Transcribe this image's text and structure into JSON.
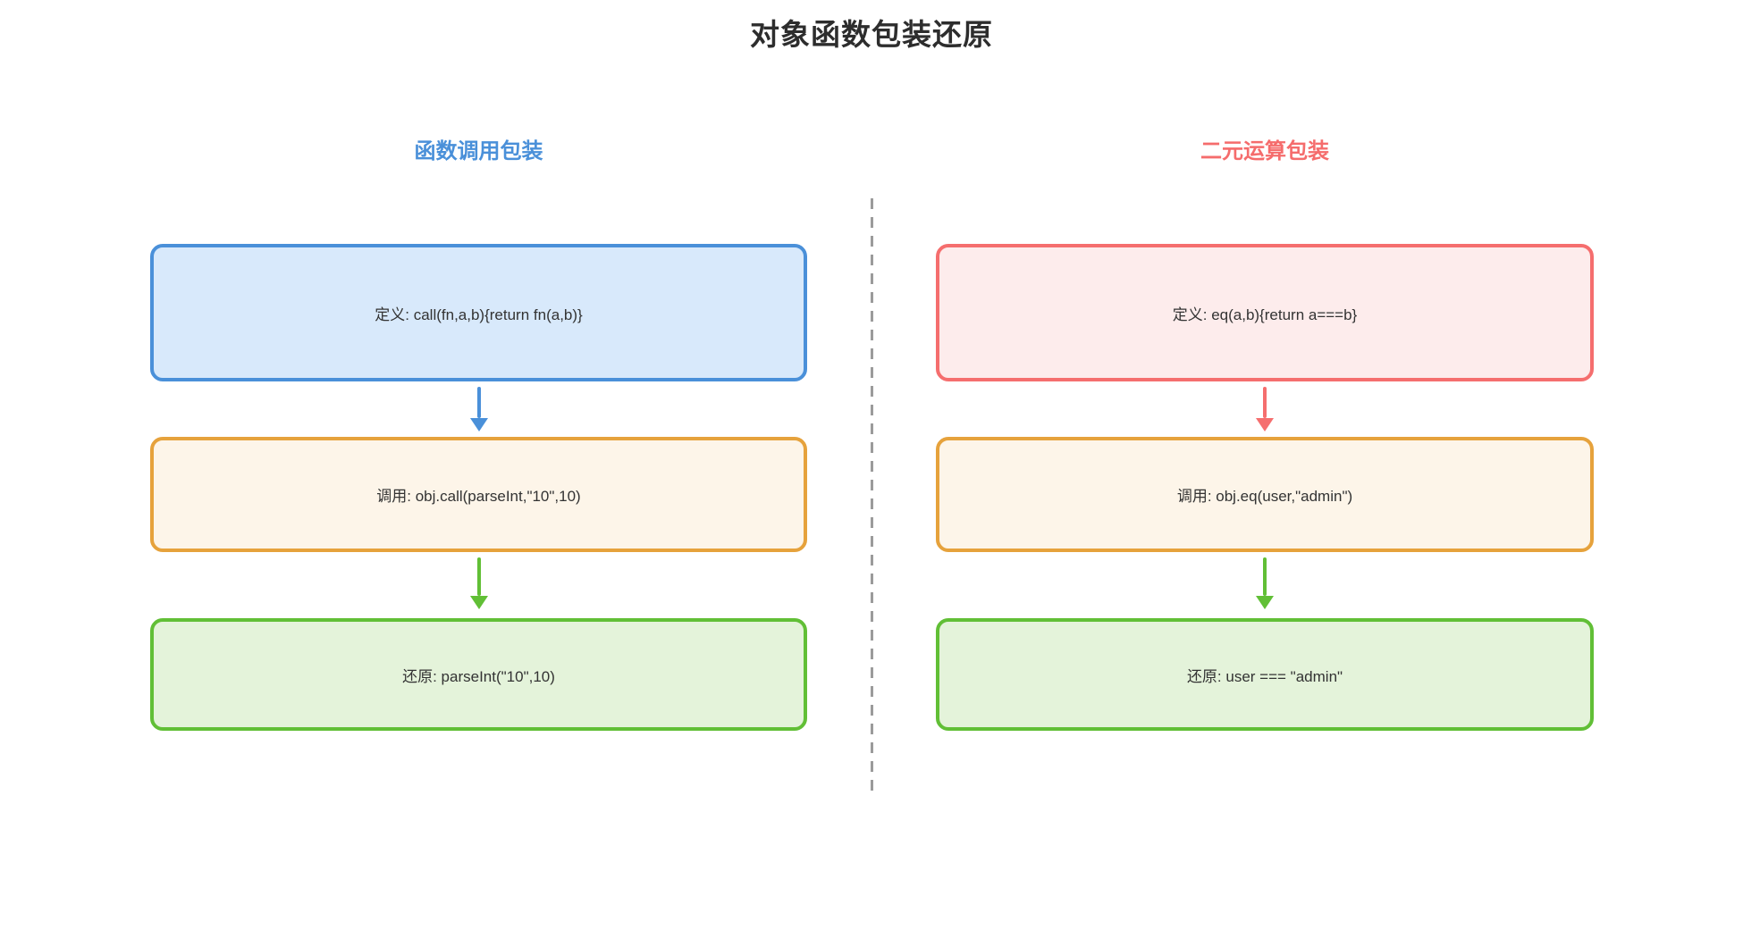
{
  "page": {
    "title": "对象函数包装还原"
  },
  "divider": {
    "color": "#9b9b9b",
    "style": "dashed-vertical"
  },
  "columns": [
    {
      "id": "left",
      "header": "函数调用包装",
      "header_color": "#4a90d9",
      "boxes": [
        {
          "role": "definition",
          "text": "定义: call(fn,a,b){return fn(a,b)}",
          "border": "#4a90d9",
          "fill": "#d8e9fb"
        },
        {
          "role": "call",
          "text": "调用: obj.call(parseInt,\"10\",10)",
          "border": "#e6a23c",
          "fill": "#fdf5e9"
        },
        {
          "role": "restore",
          "text": "还原: parseInt(\"10\",10)",
          "border": "#61bf36",
          "fill": "#e4f3da"
        }
      ],
      "arrows": [
        {
          "name": "definition-to-call",
          "color": "#4a90d9"
        },
        {
          "name": "call-to-restore",
          "color": "#61bf36"
        }
      ]
    },
    {
      "id": "right",
      "header": "二元运算包装",
      "header_color": "#f56c6c",
      "boxes": [
        {
          "role": "definition",
          "text": "定义: eq(a,b){return a===b}",
          "border": "#f56e6e",
          "fill": "#fdecec"
        },
        {
          "role": "call",
          "text": "调用: obj.eq(user,\"admin\")",
          "border": "#e6a23c",
          "fill": "#fdf5e9"
        },
        {
          "role": "restore",
          "text": "还原: user === \"admin\"",
          "border": "#61bf36",
          "fill": "#e4f3da"
        }
      ],
      "arrows": [
        {
          "name": "definition-to-call",
          "color": "#f56e6e"
        },
        {
          "name": "call-to-restore",
          "color": "#61bf36"
        }
      ]
    }
  ]
}
